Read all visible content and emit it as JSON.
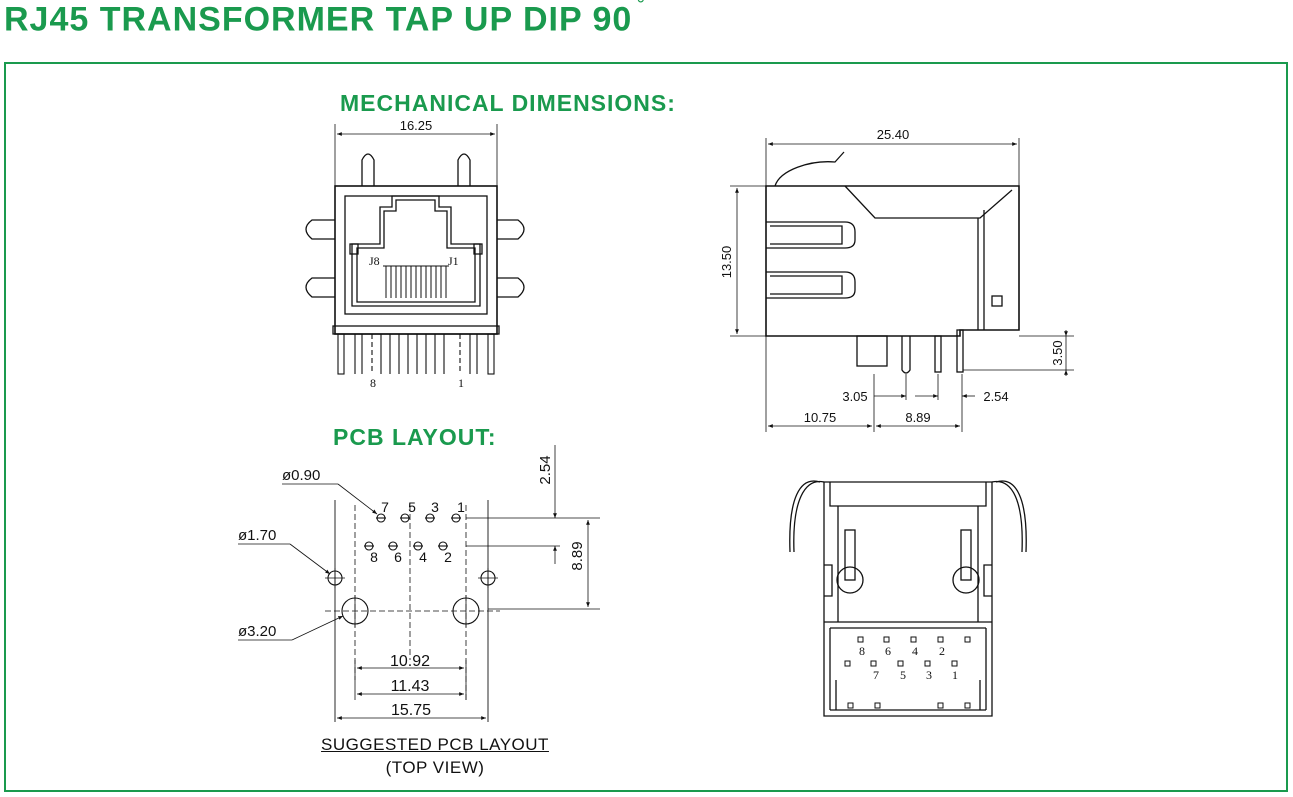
{
  "title": "RJ45 TRANSFORMER TAP UP DIP 90",
  "title_degree": "°",
  "sections": {
    "mechanical": "MECHANICAL DIMENSIONS:",
    "pcb": "PCB LAYOUT:"
  },
  "front_view": {
    "width": "16.25",
    "contact_left": "J8",
    "contact_right": "J1",
    "pin_left": "8",
    "pin_right": "1"
  },
  "side_view": {
    "length": "25.40",
    "height": "13.50",
    "pin_length": "3.50",
    "pin_gap": "3.05",
    "pin_pitch": "2.54",
    "front_to_pin": "10.75",
    "pin_span": "8.89"
  },
  "pcb_layout": {
    "hole_pin": "ø0.90",
    "hole_mid": "ø1.70",
    "hole_peg": "ø3.20",
    "row_pitch": "2.54",
    "peg_offset": "8.89",
    "dim_inner": "10.92",
    "dim_mid": "11.43",
    "dim_outer": "15.75",
    "row_top_pins": [
      "7",
      "5",
      "3",
      "1"
    ],
    "row_bottom_pins": [
      "8",
      "6",
      "4",
      "2"
    ],
    "caption": "SUGGESTED PCB LAYOUT",
    "caption_sub": "(TOP VIEW)"
  },
  "bottom_view": {
    "row_top_pins": [
      "8",
      "6",
      "4",
      "2"
    ],
    "row_bottom_pins": [
      "7",
      "5",
      "3",
      "1"
    ]
  },
  "colors": {
    "brand_green": "#1a9a4e",
    "line": "#111111"
  }
}
